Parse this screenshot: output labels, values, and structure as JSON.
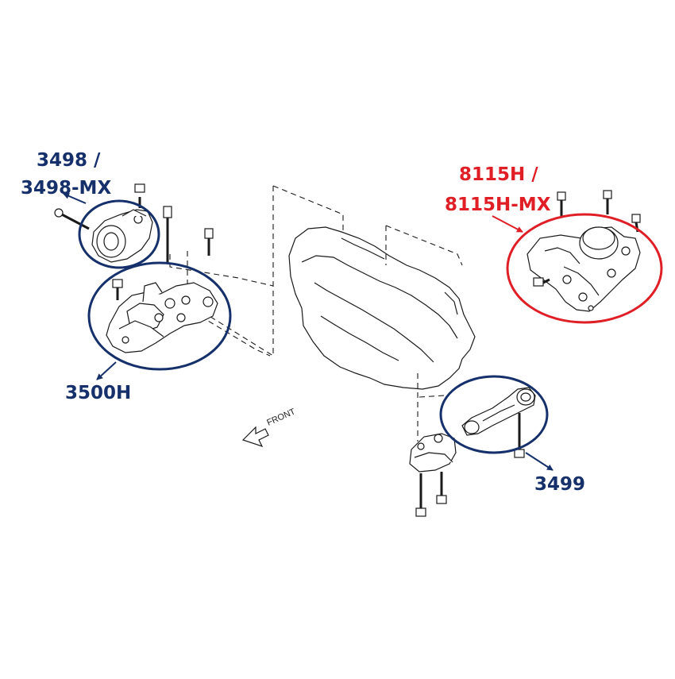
{
  "colors": {
    "callout_blue": "#15306b",
    "callout_red": "#e01e25",
    "line_art": "#1a1a1a"
  },
  "callouts": {
    "mount_3498": {
      "line1": "3498 /",
      "line2": "3498-MX"
    },
    "mount_8115h": {
      "line1": "8115H /",
      "line2": "8115H-MX"
    },
    "mount_3500h": {
      "label": "3500H"
    },
    "mount_3499": {
      "label": "3499"
    }
  },
  "direction": {
    "label": "FRONT"
  }
}
